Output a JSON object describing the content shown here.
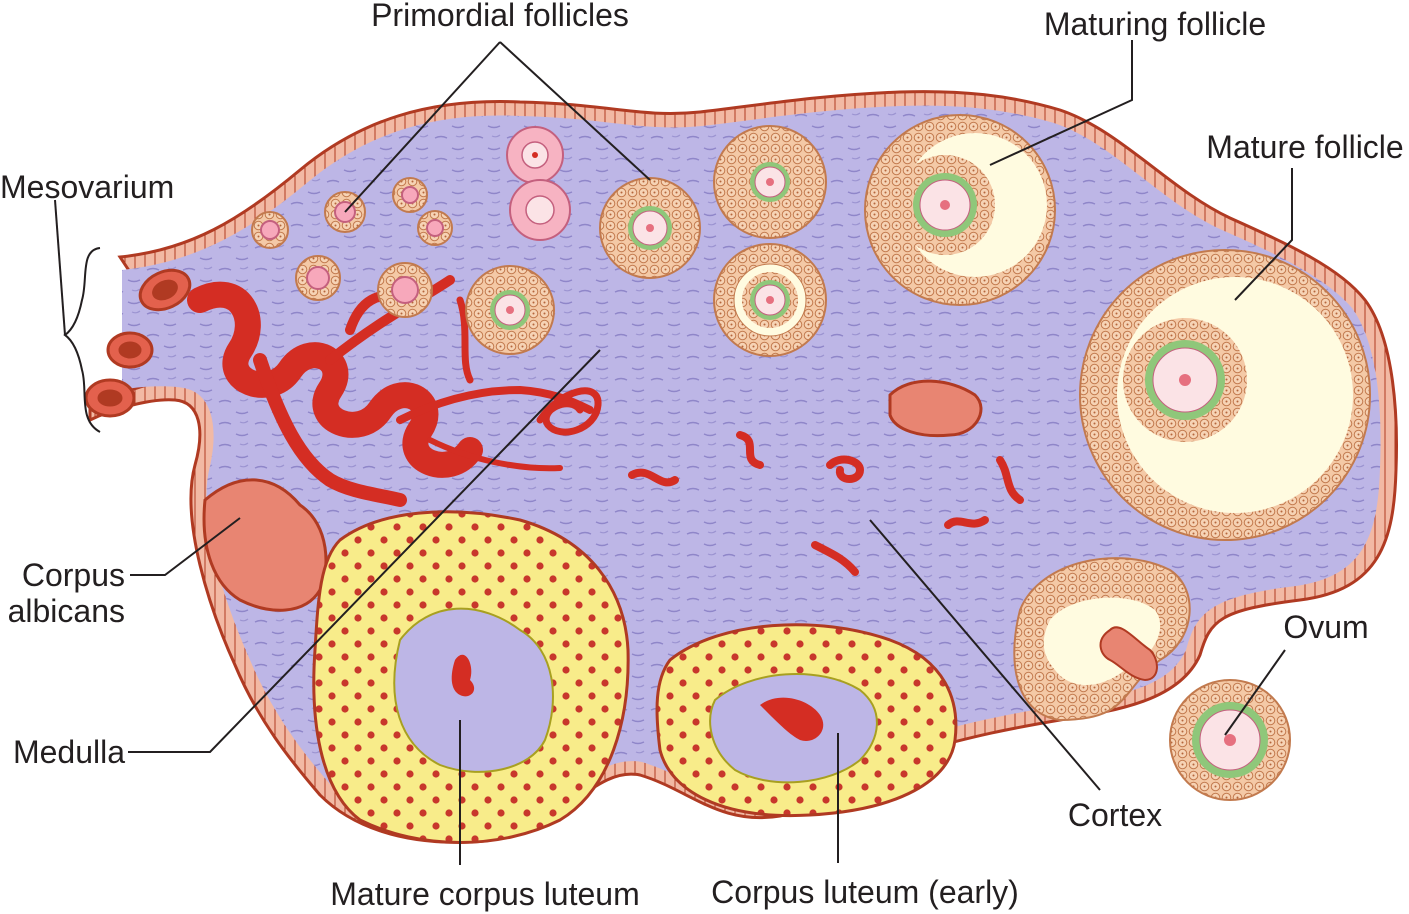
{
  "labels": {
    "primordial_follicles": "Primordial follicles",
    "maturing_follicle": "Maturing follicle",
    "mature_follicle": "Mature follicle",
    "mesovarium": "Mesovarium",
    "corpus_albicans_line1": "Corpus",
    "corpus_albicans_line2": "albicans",
    "medulla": "Medulla",
    "mature_corpus_luteum": "Mature corpus luteum",
    "corpus_luteum_early": "Corpus luteum (early)",
    "cortex": "Cortex",
    "ovum": "Ovum"
  },
  "colors": {
    "stroma": "#bdb6e6",
    "surface_epithelium": "#f2b9a4",
    "outline": "#b03a22",
    "granulosa": "#f4c9a6",
    "antrum": "#fffbe0",
    "zona_pellucida": "#8fc77a",
    "oocyte": "#fbe3e6",
    "vessel": "#d42d23",
    "corpus_luteum": "#f8ec8a",
    "corpus_albicans": "#e88572",
    "text": "#231f20"
  }
}
